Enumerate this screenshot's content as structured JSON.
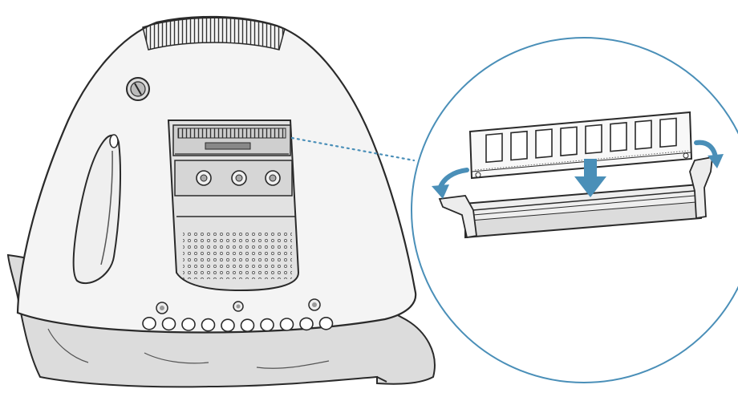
{
  "colors": {
    "outline": "#2a2a2a",
    "body_fill": "#f4f4f4",
    "cloth_fill": "#dcdcdc",
    "panel_fill": "#e2e2e2",
    "callout_accent": "#4a8fb8",
    "arrow_fill": "#4a8fb8"
  },
  "icons": {
    "install_direction": "arrow-down-icon",
    "latch_open_left": "curved-arrow-left-icon",
    "latch_open_right": "curved-arrow-right-icon"
  },
  "counts": {
    "memory_chips": 8,
    "rear_ports": 10,
    "panel_screws": 3
  }
}
